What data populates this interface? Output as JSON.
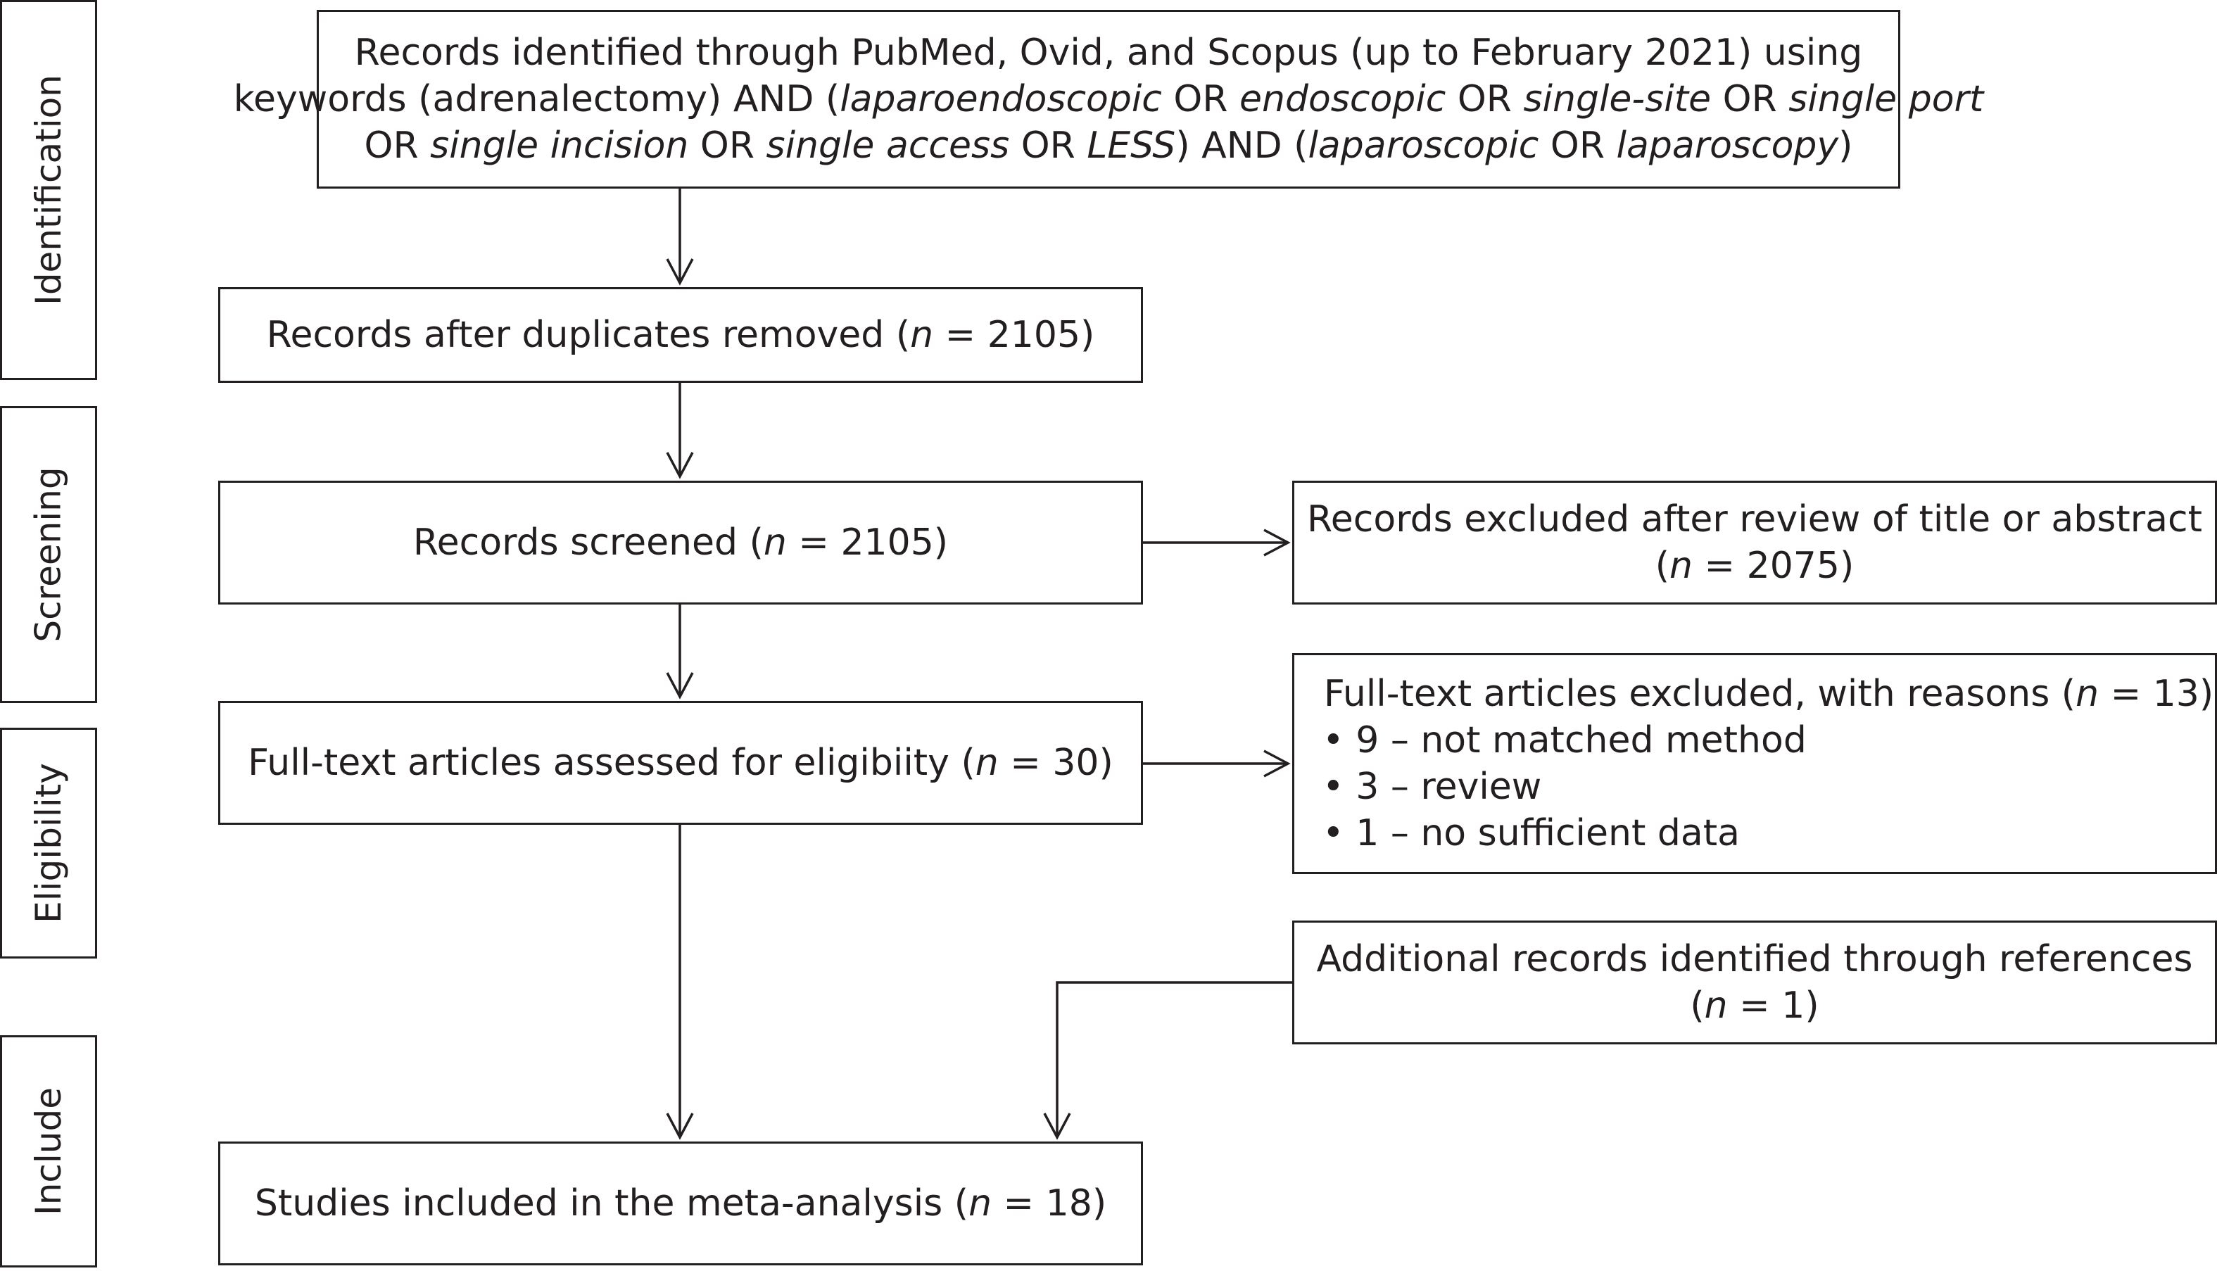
{
  "stages": {
    "identification": "Identification",
    "screening": "Screening",
    "eligibility": "Eligibility",
    "include": "Include"
  },
  "boxes": {
    "identified": {
      "line1": "Records identified through PubMed, Ovid, and Scopus (up to February 2021) using",
      "line2": [
        {
          "t": "keywords (adrenalectomy) AND (",
          "i": false
        },
        {
          "t": "laparoendoscopic",
          "i": true
        },
        {
          "t": " OR ",
          "i": false
        },
        {
          "t": "endoscopic",
          "i": true
        },
        {
          "t": " OR ",
          "i": false
        },
        {
          "t": "single-site",
          "i": true
        },
        {
          "t": " OR ",
          "i": false
        },
        {
          "t": "single port",
          "i": true
        }
      ],
      "line3": [
        {
          "t": "OR ",
          "i": false
        },
        {
          "t": "single incision",
          "i": true
        },
        {
          "t": " OR ",
          "i": false
        },
        {
          "t": "single access",
          "i": true
        },
        {
          "t": " OR ",
          "i": false
        },
        {
          "t": "LESS",
          "i": true
        },
        {
          "t": ") AND (",
          "i": false
        },
        {
          "t": "laparoscopic",
          "i": true
        },
        {
          "t": " OR ",
          "i": false
        },
        {
          "t": "laparoscopy",
          "i": true
        },
        {
          "t": ")",
          "i": false
        }
      ]
    },
    "duplicates_removed": {
      "text_before": "Records after duplicates removed (",
      "n_symbol": "n",
      "text_after": " = 2105)"
    },
    "screened": {
      "text_before": "Records screened (",
      "n_symbol": "n",
      "text_after": " = 2105)"
    },
    "excluded_title_abstract": {
      "line1": "Records excluded after review of title or abstract",
      "line2_before": "(",
      "n_symbol": "n",
      "line2_after": " = 2075)"
    },
    "fulltext_assessed": {
      "text_before": "Full-text articles assessed for eligibiity (",
      "n_symbol": "n",
      "text_after": " = 30)"
    },
    "fulltext_excluded": {
      "head_before": "Full-text articles excluded, with reasons (",
      "n_symbol": "n",
      "head_after": " = 13)",
      "reasons": [
        "• 9 – not matched method",
        "• 3 – review",
        "• 1 – no sufficient data"
      ]
    },
    "additional_records": {
      "line1": "Additional records identified through references",
      "line2_before": "(",
      "n_symbol": "n",
      "line2_after": " = 1)"
    },
    "included": {
      "text_before": "Studies included in the meta-analysis (",
      "n_symbol": "n",
      "text_after": " = 18)"
    }
  }
}
